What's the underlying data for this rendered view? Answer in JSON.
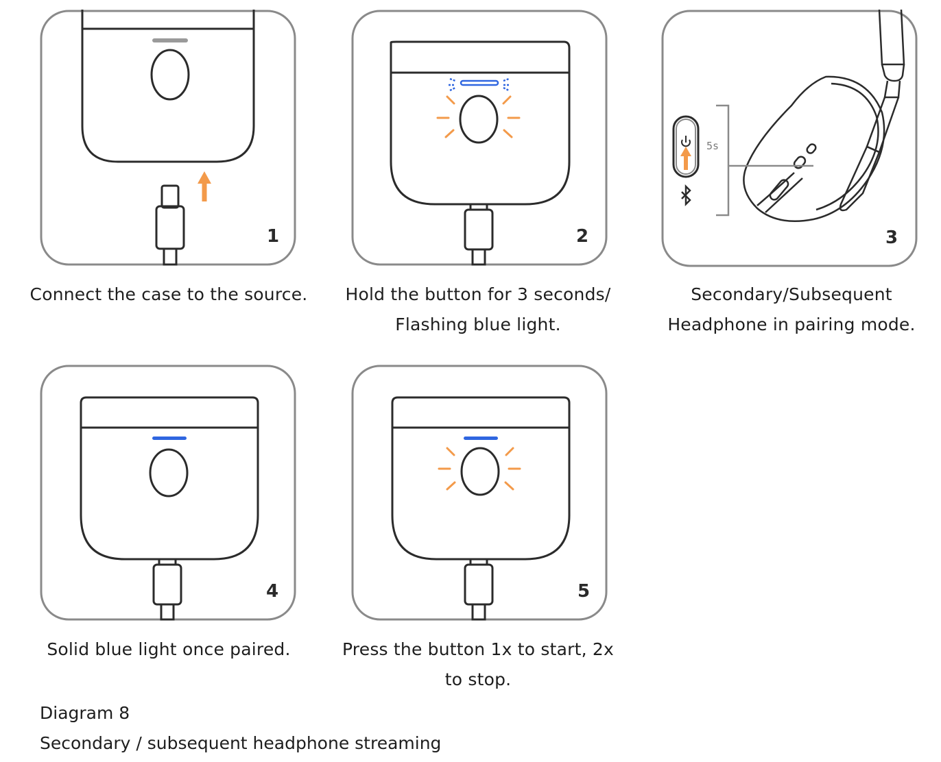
{
  "steps": [
    {
      "number": "1",
      "caption_lines": [
        "Connect the case to the source."
      ]
    },
    {
      "number": "2",
      "caption_lines": [
        "Hold the button for 3 seconds/",
        "Flashing blue light."
      ]
    },
    {
      "number": "3",
      "caption_lines": [
        "Secondary/Subsequent",
        "Headphone in pairing mode."
      ],
      "timer_label": "5s"
    },
    {
      "number": "4",
      "caption_lines": [
        "Solid blue light once paired."
      ]
    },
    {
      "number": "5",
      "caption_lines": [
        "Press the button 1x to start, 2x",
        "to stop."
      ]
    }
  ],
  "footer": {
    "diagram_label": "Diagram 8",
    "diagram_title": "Secondary / subsequent headphone streaming"
  },
  "colors": {
    "frame": "#8a8a8a",
    "line": "#2b2b2b",
    "orange": "#f39a4a",
    "blue": "#2f66e0"
  },
  "icons": [
    "usb-c-cable-icon",
    "arrow-up-icon",
    "bluetooth-icon",
    "power-icon",
    "headphone-icon"
  ]
}
